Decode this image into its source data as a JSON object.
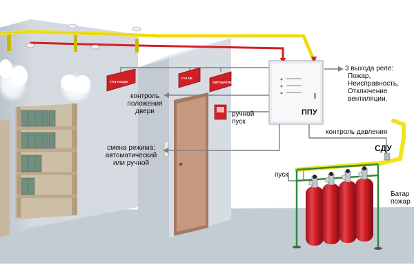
{
  "labels": {
    "door_control": [
      "контроль",
      "положения",
      "двери"
    ],
    "manual_start": [
      "ручной",
      "пуск"
    ],
    "mode_switch": [
      "смена режима:",
      "автоматический",
      "или ручной"
    ],
    "ppu": "ППУ",
    "relay_title": "3 выхода реле:",
    "relay_items": [
      "Пожар,",
      "Неисправность,",
      "Отключение",
      "вентиляции."
    ],
    "pressure_control": "контроль давления",
    "sdu": "СДУ",
    "start": "пуск",
    "battery": [
      "Батар",
      "пожар"
    ]
  },
  "colors": {
    "pipe_yellow": "#f2e21c",
    "cable_red": "#d11f26",
    "wire_grey": "#7b8189",
    "wall": "#c7cdd5",
    "door": "#c79a7f",
    "cylinder_red": "#d31f2a",
    "shelf": "#c9b89e",
    "binder": "#6e8f7f",
    "floor": "#c3cbd3"
  },
  "icons": [
    "heat-detector-icon",
    "sprinkler-nozzle-icon",
    "exit-sign-icon",
    "manual-call-point-icon",
    "gas-cylinder-icon"
  ]
}
